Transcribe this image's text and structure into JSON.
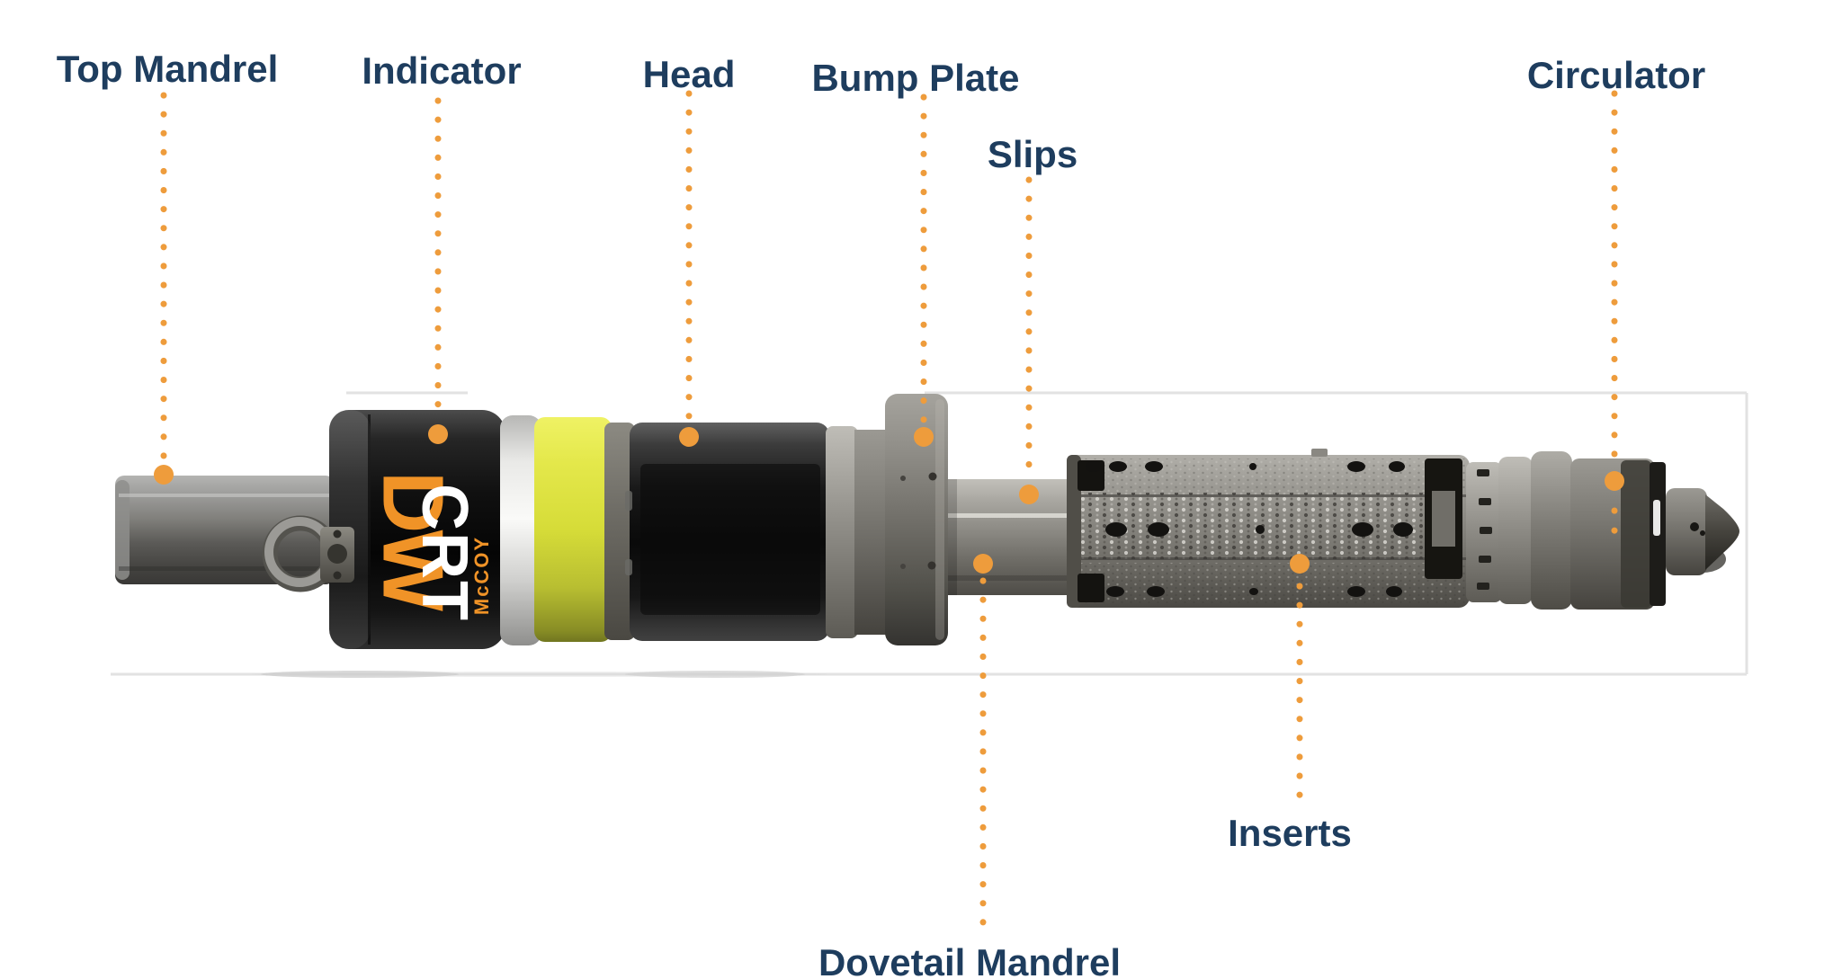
{
  "diagram": {
    "description": "Exploded-view style product callout diagram of a casing running tool with dotted orange leader lines",
    "labels": {
      "top_mandrel": "Top Mandrel",
      "indicator": "Indicator",
      "head": "Head",
      "bump_plate": "Bump Plate",
      "slips": "Slips",
      "circulator": "Circulator",
      "inserts": "Inserts",
      "dovetail_mandrel": "Dovetail Mandrel"
    },
    "tool_logo": {
      "dw": "DW",
      "crt": "CRT",
      "brand": "McCOY"
    },
    "colors": {
      "background": "#ffffff",
      "label_navy": "#1e3d5e",
      "leader_orange": "#ee9c3c",
      "logo_orange": "#f09327",
      "logo_white": "#ffffff",
      "band_yellow": "#d8dd3a",
      "frame_gray": "#e2e2e2"
    }
  }
}
